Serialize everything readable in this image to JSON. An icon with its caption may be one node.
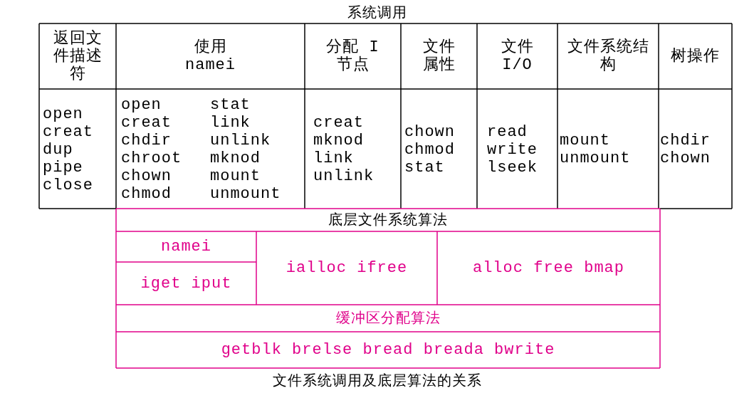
{
  "diagram": {
    "title": "系统调用",
    "caption": "文件系统调用及底层算法的关系",
    "labels": [
      "返回文件描述符",
      "使用 namei",
      "分配 I 节点",
      "文件属性",
      "文件 I/O",
      "文件系统结构",
      "树操作",
      "open creat dup pipe close",
      "open creat chdir chroot chown chmod",
      "stat link unlink mknod mount unmount",
      "creat mknod link unlink",
      "chown chmod stat",
      "read write lseek",
      "mount unmount",
      "chdir chown",
      "底层文件系统算法",
      "namei",
      "iget iput",
      "ialloc ifree",
      "alloc free bmap",
      "缓冲区分配算法",
      "getblk brelse bread breada bwrite"
    ]
  }
}
